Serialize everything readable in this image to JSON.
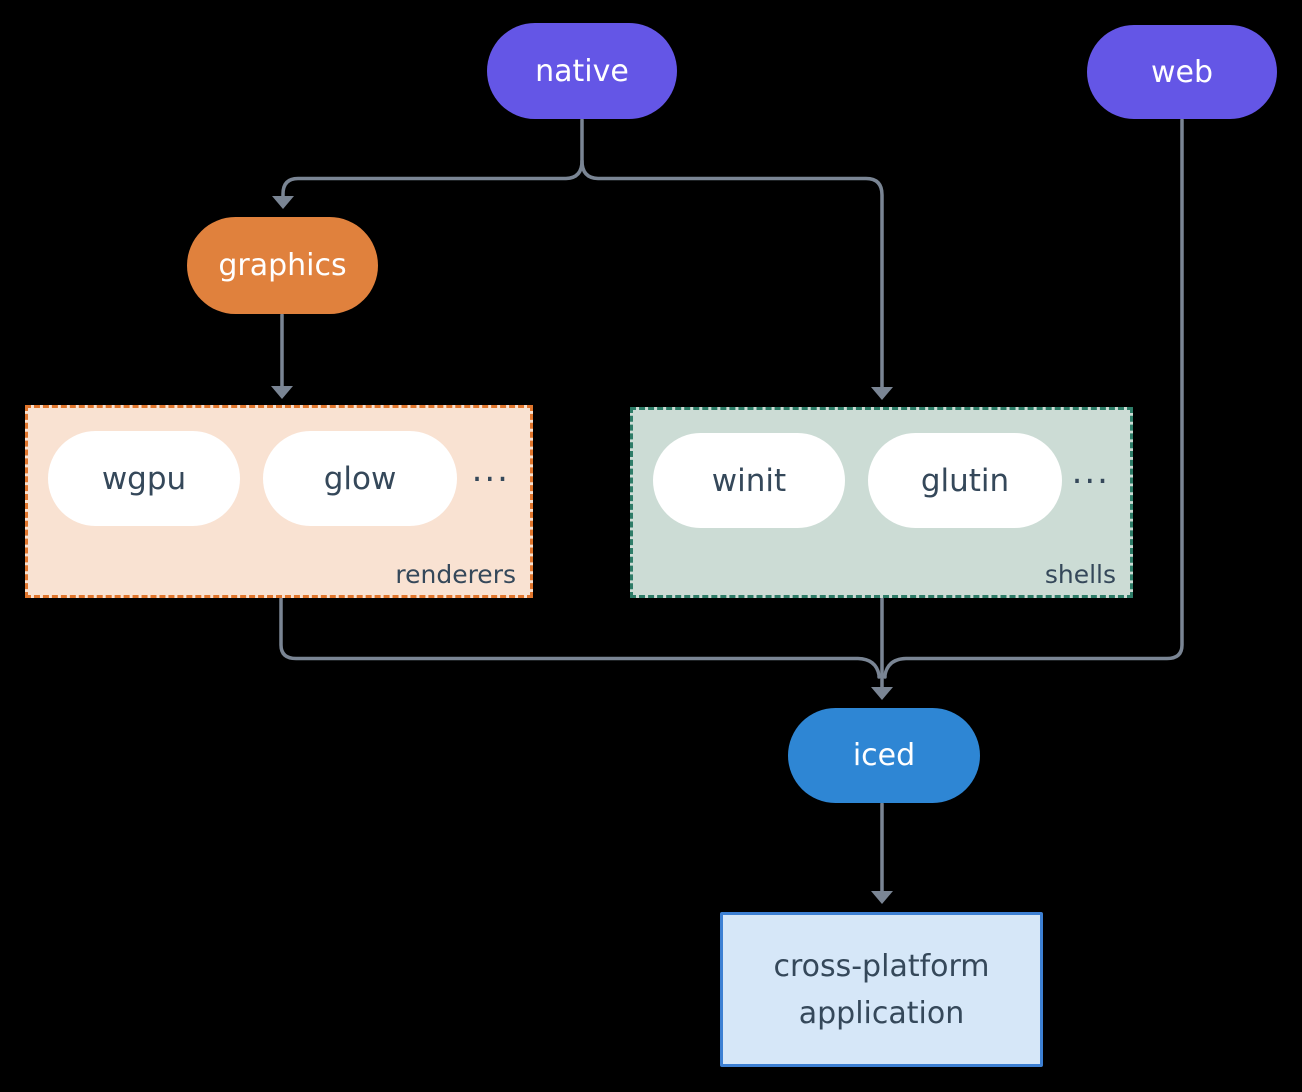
{
  "background": "#000000",
  "connector_color": "#7a8594",
  "text_color_dark": "#35485a",
  "nodes": {
    "native": {
      "label": "native",
      "color": "#6456e6"
    },
    "web": {
      "label": "web",
      "color": "#6456e6"
    },
    "graphics": {
      "label": "graphics",
      "color": "#e0813d"
    },
    "iced": {
      "label": "iced",
      "color": "#2e86d4"
    },
    "app": {
      "line1": "cross-platform",
      "line2": "application",
      "fill": "#d6e7f8",
      "border": "#3d80d3"
    }
  },
  "groups": {
    "renderers": {
      "caption": "renderers",
      "ellipsis": "...",
      "fill": "#f9e2d2",
      "border": "#e1762d",
      "items": [
        {
          "label": "wgpu"
        },
        {
          "label": "glow"
        }
      ]
    },
    "shells": {
      "caption": "shells",
      "ellipsis": "...",
      "fill": "#ccdcd5",
      "border": "#2e7d68",
      "items": [
        {
          "label": "winit"
        },
        {
          "label": "glutin"
        }
      ]
    }
  }
}
